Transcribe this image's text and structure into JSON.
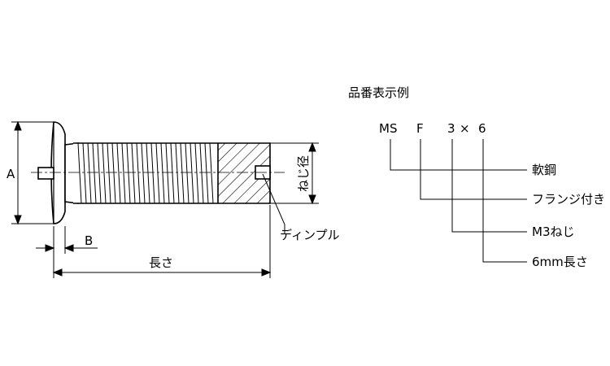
{
  "drawing": {
    "dim_a": "A",
    "dim_b": "B",
    "dim_length": "長さ",
    "dim_thread_dia": "ねじ径",
    "dimple_label": "ディンプル"
  },
  "part_number": {
    "heading": "品番表示例",
    "codes": [
      "MS",
      "F",
      "3",
      "×",
      "6"
    ],
    "meanings": [
      "軟鋼",
      "フランジ付き",
      "M3ねじ",
      "6mm長さ"
    ]
  },
  "colors": {
    "line": "#000000",
    "background": "#ffffff"
  }
}
